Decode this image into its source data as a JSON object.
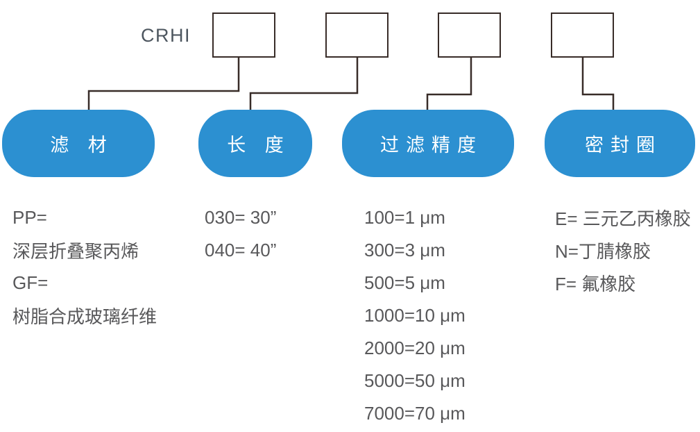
{
  "diagram": {
    "title_code": "CRHI",
    "colors": {
      "pill_fill": "#2C90D1",
      "pill_text": "#FFFFFF",
      "connector_line": "#382C28",
      "box_border": "#382C28",
      "body_text": "#58585A",
      "code_text": "#4D565F",
      "background": "#FFFFFF"
    },
    "categories": [
      {
        "label": "滤 材",
        "options": [
          "PP=",
          "深层折叠聚丙烯",
          "GF=",
          "树脂合成玻璃纤维"
        ]
      },
      {
        "label": "长 度",
        "options": [
          "030= 30”",
          "040= 40”"
        ]
      },
      {
        "label": "过滤精度",
        "options": [
          "100=1 μm",
          "300=3 μm",
          "500=5 μm",
          "1000=10 μm",
          "2000=20 μm",
          "5000=50 μm",
          "7000=70 μm"
        ]
      },
      {
        "label": "密封圈",
        "options": [
          "E= 三元乙丙橡胶",
          "N=丁腈橡胶",
          "F= 氟橡胶"
        ]
      }
    ]
  }
}
